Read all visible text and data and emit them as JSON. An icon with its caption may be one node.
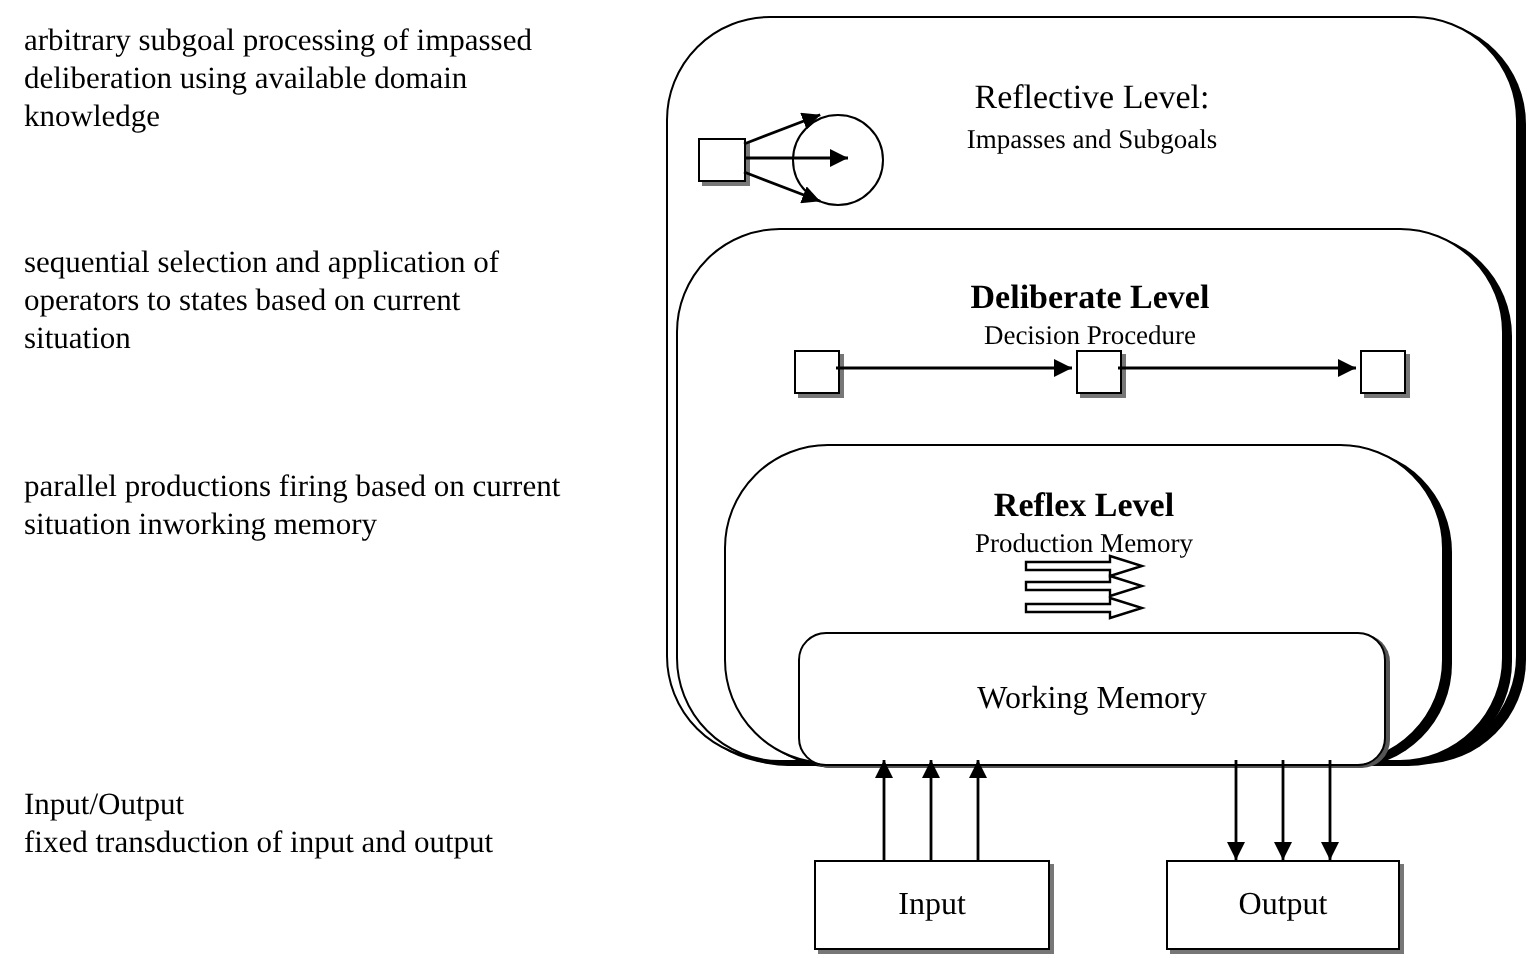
{
  "diagram": {
    "nodes": [
      {
        "text": [
          "Reflective Level:",
          "Impasses and Subgoals"
        ]
      },
      {
        "text": [],
        "shape": "box",
        "in": 0
      },
      {
        "text": [],
        "shape": "circle",
        "in": 0
      },
      {
        "text": [
          "Deliberate Level",
          "Decision Procedure"
        ],
        "in": 0
      },
      {
        "text": [],
        "shape": "box",
        "in": 3
      },
      {
        "text": [],
        "shape": "box",
        "in": 3
      },
      {
        "text": [],
        "shape": "box",
        "in": 3
      },
      {
        "text": [
          "Reflex Level",
          "Production Memory"
        ],
        "in": 3
      },
      {
        "text": [
          "Working Memory"
        ],
        "in": 7
      },
      {
        "text": [
          "Input"
        ]
      },
      {
        "text": [
          "Output"
        ]
      }
    ],
    "edges": [
      {
        "from": 1,
        "to": 2,
        "arrow": "to"
      },
      {
        "from": 1,
        "to": 2,
        "arrow": "to"
      },
      {
        "from": 1,
        "to": 2,
        "arrow": "to"
      },
      {
        "from": 4,
        "to": 5,
        "arrow": "to"
      },
      {
        "from": 5,
        "to": 6,
        "arrow": "to"
      },
      {
        "from": 9,
        "to": 8,
        "arrow": "to"
      },
      {
        "from": 9,
        "to": 8,
        "arrow": "to"
      },
      {
        "from": 9,
        "to": 8,
        "arrow": "to"
      },
      {
        "from": 8,
        "to": 10,
        "arrow": "to"
      },
      {
        "from": 8,
        "to": 10,
        "arrow": "to"
      },
      {
        "from": 8,
        "to": 10,
        "arrow": "to"
      }
    ],
    "labels": [
      "arbitrary subgoal processing of impassed deliberation using available domain knowledge",
      "sequential selection and application of operators to states based on current situation",
      "parallel productions firing based on current situation inworking memory",
      "Input/Output",
      "fixed transduction of input and output"
    ]
  }
}
